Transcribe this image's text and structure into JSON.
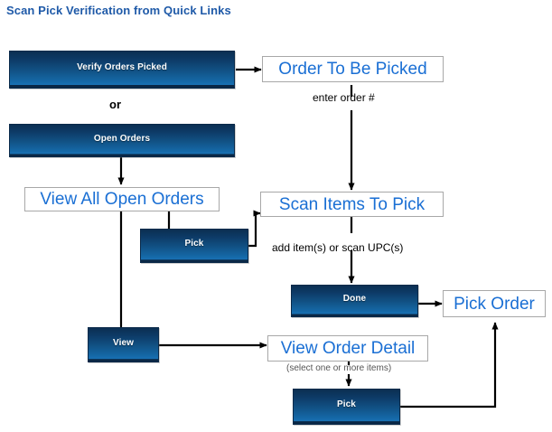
{
  "title": "Scan Pick Verification from Quick Links",
  "colors": {
    "title_blue": "#1f5aa8",
    "link_blue": "#1a6fd4",
    "button_dark": "#0b2f52",
    "button_light": "#1971b4",
    "box_border": "#a8a8a8",
    "connector": "#000000",
    "caption_gray": "#555555",
    "background": "#ffffff"
  },
  "diagram": {
    "type": "flowchart",
    "buttons": [
      {
        "id": "verify-orders-picked",
        "label": "Verify Orders Picked"
      },
      {
        "id": "open-orders",
        "label": "Open Orders"
      },
      {
        "id": "pick-scan",
        "label": "Pick"
      },
      {
        "id": "done",
        "label": "Done"
      },
      {
        "id": "view",
        "label": "View"
      },
      {
        "id": "pick-detail",
        "label": "Pick"
      }
    ],
    "screens": [
      {
        "id": "order-to-be-picked",
        "label": "Order To Be Picked"
      },
      {
        "id": "view-all-open-orders",
        "label": "View All Open Orders"
      },
      {
        "id": "scan-items-to-pick",
        "label": "Scan Items To Pick"
      },
      {
        "id": "pick-order",
        "label": "Pick Order"
      },
      {
        "id": "view-order-detail",
        "label": "View Order Detail"
      }
    ],
    "labels": [
      {
        "id": "or-divider",
        "text": "or"
      },
      {
        "id": "enter-order",
        "text": "enter order #"
      },
      {
        "id": "add-items",
        "text": "add item(s) or scan UPC(s)"
      },
      {
        "id": "select-items",
        "text": "(select one or more items)"
      }
    ],
    "edges": [
      {
        "from": "verify-orders-picked",
        "to": "order-to-be-picked",
        "label": ""
      },
      {
        "from": "order-to-be-picked",
        "to": "scan-items-to-pick",
        "label": "enter order #"
      },
      {
        "from": "open-orders",
        "to": "view-all-open-orders",
        "label": ""
      },
      {
        "from": "view-all-open-orders",
        "to": "pick-scan",
        "label": ""
      },
      {
        "from": "pick-scan",
        "to": "scan-items-to-pick",
        "label": ""
      },
      {
        "from": "scan-items-to-pick",
        "to": "done",
        "label": "add item(s) or scan UPC(s)"
      },
      {
        "from": "done",
        "to": "pick-order",
        "label": ""
      },
      {
        "from": "view-all-open-orders",
        "to": "view",
        "label": ""
      },
      {
        "from": "view",
        "to": "view-order-detail",
        "label": ""
      },
      {
        "from": "view-order-detail",
        "to": "pick-detail",
        "label": "(select one or more items)"
      },
      {
        "from": "pick-detail",
        "to": "pick-order",
        "label": ""
      }
    ]
  }
}
